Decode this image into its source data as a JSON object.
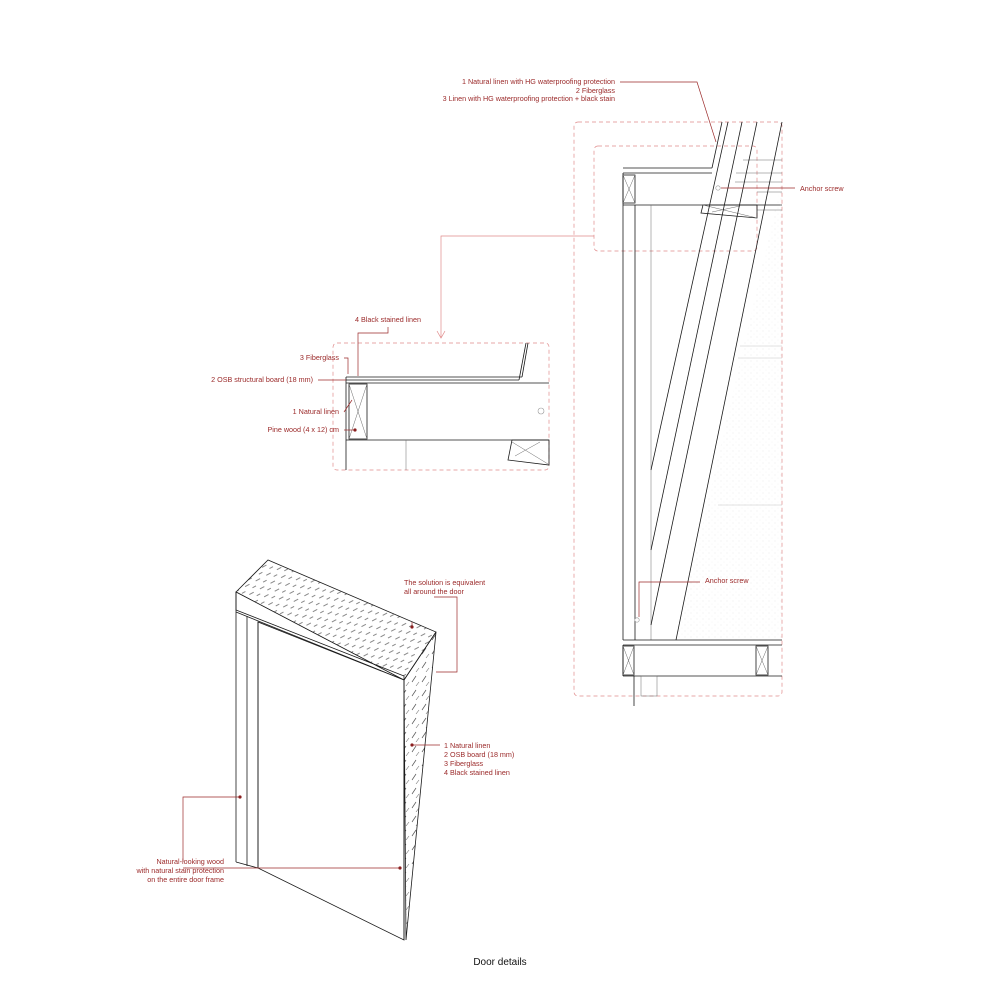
{
  "caption": "Door details",
  "colors": {
    "annotation": "#9b2a2a",
    "dashed_frame": "#e08a8a",
    "lines": "#1a1a1a"
  },
  "top_section": {
    "layers_label": {
      "line1": "1 Natural linen with HG waterproofing protection",
      "line2": "2 Fiberglass",
      "line3": "3 Linen with HG waterproofing protection + black stain"
    },
    "anchor_screw_top": "Anchor screw",
    "anchor_screw_bottom": "Anchor screw"
  },
  "detail_section": {
    "black_stained_linen": "4 Black stained linen",
    "fiberglass": "3 Fiberglass",
    "osb_board": "2 OSB structural board (18 mm)",
    "natural_linen": "1 Natural linen",
    "pine_wood": "Pine wood (4 x 12) cm"
  },
  "iso_view": {
    "equivalent_note": {
      "line1": "The solution is equivalent",
      "line2": "all around the door"
    },
    "layers": {
      "line1": "1 Natural linen",
      "line2": "2 OSB board (18 mm)",
      "line3": "3 Fiberglass",
      "line4": "4 Black stained linen"
    },
    "wood_note": {
      "line1": "Natural-looking wood",
      "line2": "with natural stain protection",
      "line3": "on the entire door frame"
    }
  }
}
